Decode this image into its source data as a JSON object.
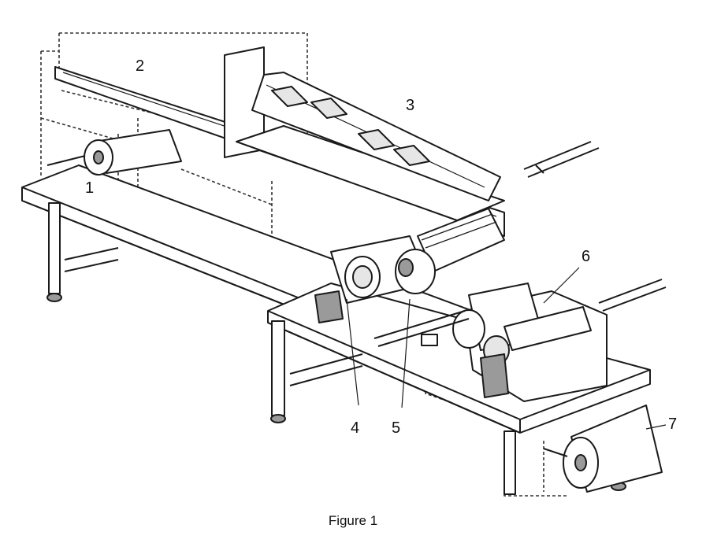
{
  "figure": {
    "caption": "Figure 1",
    "callouts": [
      {
        "id": "1",
        "text": "1"
      },
      {
        "id": "2",
        "text": "2"
      },
      {
        "id": "3",
        "text": "3"
      },
      {
        "id": "4",
        "text": "4"
      },
      {
        "id": "5",
        "text": "5"
      },
      {
        "id": "6",
        "text": "6"
      },
      {
        "id": "7",
        "text": "7"
      }
    ]
  },
  "colors": {
    "ink": "#1a1a1a",
    "background": "#ffffff",
    "shade": "#9a9a9a"
  }
}
